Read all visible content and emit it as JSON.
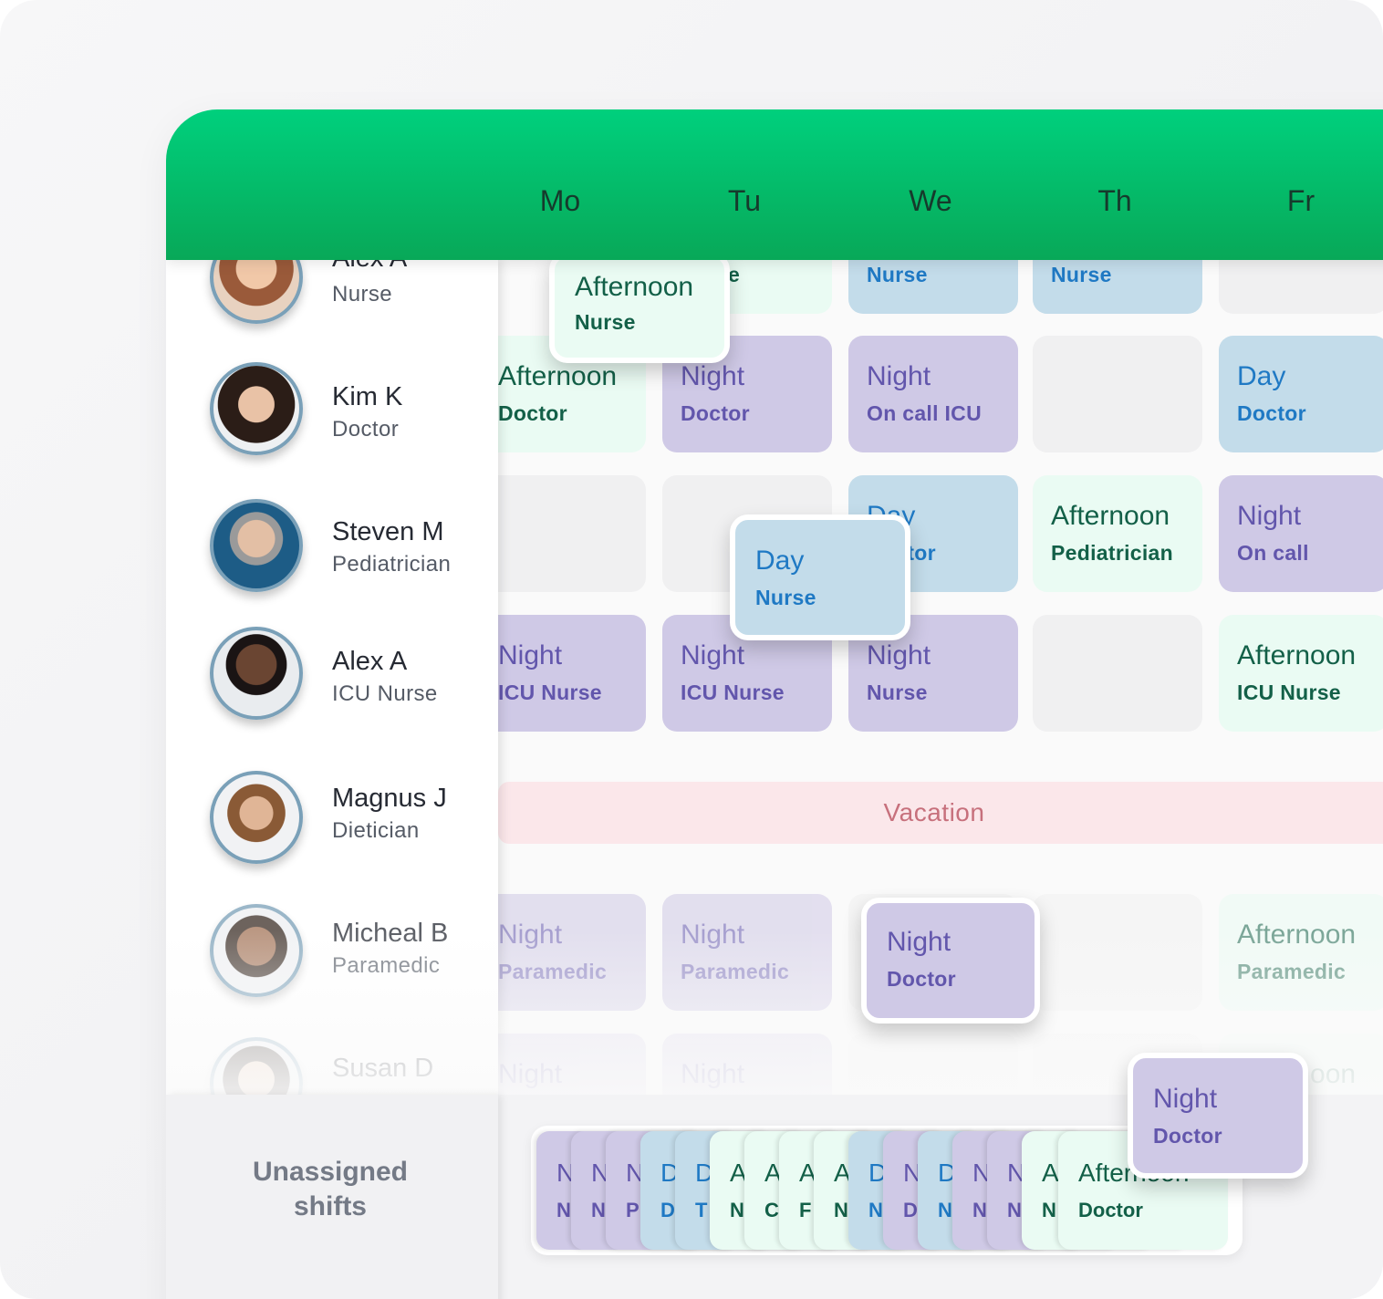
{
  "days": [
    "Mo",
    "Tu",
    "We",
    "Th",
    "Fr"
  ],
  "staff": [
    {
      "name": "Alex A",
      "role": "Nurse"
    },
    {
      "name": "Kim K",
      "role": "Doctor"
    },
    {
      "name": "Steven M",
      "role": "Pediatrician"
    },
    {
      "name": "Alex A",
      "role": "ICU Nurse"
    },
    {
      "name": "Magnus J",
      "role": "Dietician"
    },
    {
      "name": "Micheal B",
      "role": "Paramedic"
    },
    {
      "name": "Susan D",
      "role": ""
    }
  ],
  "row1": {
    "mo": {
      "shift": "Afternoon",
      "role": "Nurse"
    },
    "tu": {
      "shift": "",
      "role": "e"
    },
    "we": {
      "shift": "",
      "role": "Nurse"
    },
    "th": {
      "shift": "",
      "role": "Nurse"
    }
  },
  "row2": {
    "mo": {
      "shift": "Afternoon",
      "role": "Doctor"
    },
    "tu": {
      "shift": "Night",
      "role": "Doctor"
    },
    "we": {
      "shift": "Night",
      "role": "On call ICU"
    },
    "fr": {
      "shift": "Day",
      "role": "Doctor"
    }
  },
  "row3": {
    "we": {
      "shift": "Day",
      "role": "Doctor"
    },
    "th": {
      "shift": "Afternoon",
      "role": "Pediatrician"
    },
    "fr": {
      "shift": "Night",
      "role": "On call"
    },
    "dragged": {
      "shift": "Day",
      "role": "Nurse"
    }
  },
  "row4": {
    "mo": {
      "shift": "Night",
      "role": "ICU Nurse"
    },
    "tu": {
      "shift": "Night",
      "role": "ICU Nurse"
    },
    "we": {
      "shift": "Night",
      "role": "Nurse"
    },
    "fr": {
      "shift": "Afternoon",
      "role": "ICU Nurse"
    }
  },
  "vacation": "Vacation",
  "row6": {
    "mo": {
      "shift": "Night",
      "role": "Paramedic"
    },
    "tu": {
      "shift": "Night",
      "role": "Paramedic"
    },
    "we": {
      "shift": "Night",
      "role": "Doctor"
    },
    "fr": {
      "shift": "Afternoon",
      "role": "Paramedic"
    }
  },
  "row7": {
    "mo": {
      "shift": "Night"
    },
    "tu": {
      "shift": "Night"
    },
    "fr": {
      "shift": "Afternoon"
    }
  },
  "unassigned": {
    "label_line1": "Unassigned",
    "label_line2": "shifts",
    "stack": [
      {
        "type": "night",
        "s": "N",
        "r": "N"
      },
      {
        "type": "night",
        "s": "N",
        "r": "N"
      },
      {
        "type": "night",
        "s": "N",
        "r": "P"
      },
      {
        "type": "day",
        "s": "D",
        "r": "D"
      },
      {
        "type": "day",
        "s": "D",
        "r": "T"
      },
      {
        "type": "aft",
        "s": "A",
        "r": "N"
      },
      {
        "type": "aft",
        "s": "A",
        "r": "C"
      },
      {
        "type": "aft",
        "s": "A",
        "r": "F"
      },
      {
        "type": "aft",
        "s": "A",
        "r": "N"
      },
      {
        "type": "day",
        "s": "D",
        "r": "N"
      },
      {
        "type": "night",
        "s": "N",
        "r": "D"
      },
      {
        "type": "day",
        "s": "D",
        "r": "N"
      },
      {
        "type": "night",
        "s": "N",
        "r": "N"
      },
      {
        "type": "night",
        "s": "N",
        "r": "N"
      },
      {
        "type": "aft",
        "s": "A",
        "r": "N"
      },
      {
        "type": "aft",
        "s": "Afternoon",
        "r": "Doctor"
      }
    ],
    "dragged": {
      "shift": "Night",
      "role": "Doctor"
    }
  },
  "colors": {
    "header_green": "#00d07d",
    "night_bg": "#cfc9e6",
    "night_text": "#6256ac",
    "day_bg": "#c3dcea",
    "day_text": "#1f79c4",
    "afternoon_bg": "#eafbf3",
    "afternoon_text": "#136048",
    "vacation_bg": "#fbe7ea",
    "vacation_text": "#c7707c"
  }
}
